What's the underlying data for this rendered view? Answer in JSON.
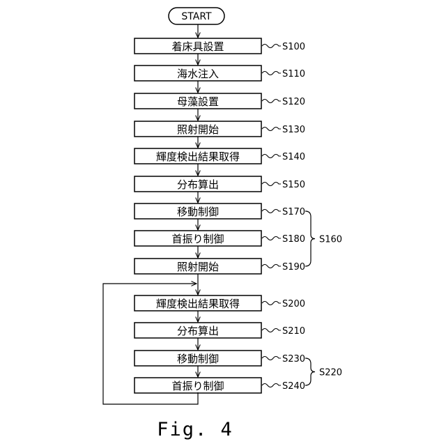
{
  "start": {
    "label": "START"
  },
  "steps": [
    {
      "text": "着床具設置",
      "label": "S100"
    },
    {
      "text": "海水注入",
      "label": "S110"
    },
    {
      "text": "母藻設置",
      "label": "S120"
    },
    {
      "text": "照射開始",
      "label": "S130"
    },
    {
      "text": "輝度検出結果取得",
      "label": "S140"
    },
    {
      "text": "分布算出",
      "label": "S150"
    },
    {
      "text": "移動制御",
      "label": "S170"
    },
    {
      "text": "首振り制御",
      "label": "S180"
    },
    {
      "text": "照射開始",
      "label": "S190"
    },
    {
      "text": "輝度検出結果取得",
      "label": "S200"
    },
    {
      "text": "分布算出",
      "label": "S210"
    },
    {
      "text": "移動制御",
      "label": "S230"
    },
    {
      "text": "首振り制御",
      "label": "S240"
    }
  ],
  "groups": [
    {
      "label": "S160"
    },
    {
      "label": "S220"
    }
  ],
  "caption": "Fig. 4"
}
